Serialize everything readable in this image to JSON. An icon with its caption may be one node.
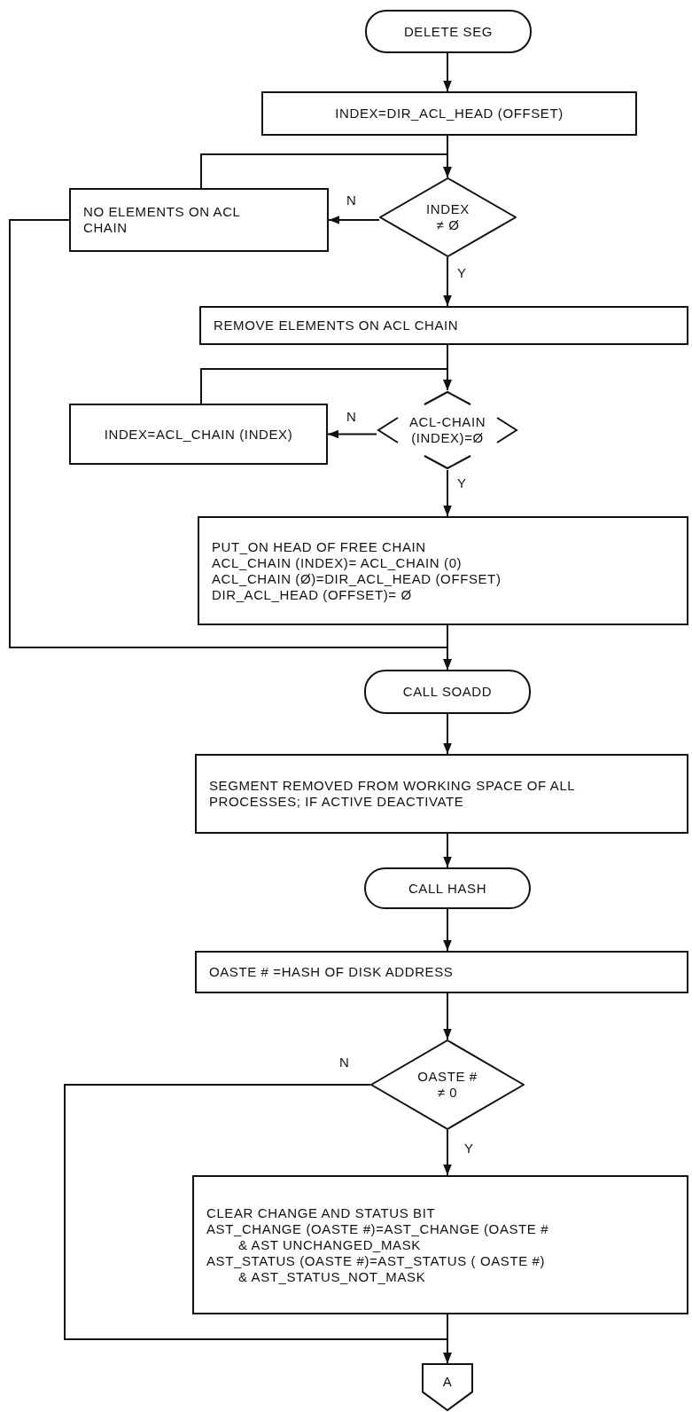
{
  "diagram": {
    "nodes": [
      {
        "text": [
          "DELETE SEG"
        ]
      },
      {
        "text": [
          "INDEX=DIR_ACL_HEAD (OFFSET)"
        ]
      },
      {
        "text": [
          "NO ELEMENTS ON ACL CHAIN"
        ]
      },
      {
        "text": [
          "INDEX ≠ Ø"
        ]
      },
      {
        "text": [
          "REMOVE ELEMENTS ON ACL CHAIN"
        ]
      },
      {
        "text": [
          "INDEX=ACL_CHAIN (INDEX)"
        ]
      },
      {
        "text": [
          "ACL-CHAIN (INDEX)=Ø"
        ]
      },
      {
        "text": [
          "PUT_ON HEAD OF FREE CHAIN",
          "ACL_CHAIN (INDEX)= ACL_CHAIN (0)",
          "ACL_CHAIN (Ø)=DIR_ACL_HEAD (OFFSET)",
          "DIR_ACL_HEAD (OFFSET)= Ø"
        ]
      },
      {
        "text": [
          "CALL SOADD"
        ]
      },
      {
        "text": [
          "SEGMENT REMOVED FROM WORKING SPACE OF ALL PROCESSES; IF ACTIVE DEACTIVATE"
        ]
      },
      {
        "text": [
          "CALL HASH"
        ]
      },
      {
        "text": [
          "OASTE # =HASH OF DISK ADDRESS"
        ]
      },
      {
        "text": [
          "OASTE # ≠ 0"
        ]
      },
      {
        "text": [
          "CLEAR CHANGE AND STATUS BIT",
          "AST_CHANGE (OASTE #)=AST_CHANGE (OASTE # & AST UNCHANGED_MASK",
          "AST_STATUS (OASTE #)=AST_STATUS ( OASTE #) & AST_STATUS_NOT_MASK"
        ]
      },
      {
        "text": [
          "A"
        ]
      }
    ],
    "edges": [
      {
        "from": 0,
        "to": 1,
        "arrow": "to"
      },
      {
        "from": 1,
        "to": 3,
        "arrow": "to"
      },
      {
        "from": 3,
        "to": 2,
        "arrow": "to",
        "label": "N"
      },
      {
        "from": 2,
        "to": 3,
        "arrow": "to"
      },
      {
        "from": 3,
        "to": 4,
        "arrow": "to",
        "label": "Y"
      },
      {
        "from": 4,
        "to": 6,
        "arrow": "to"
      },
      {
        "from": 6,
        "to": 5,
        "arrow": "to",
        "label": "N"
      },
      {
        "from": 5,
        "to": 6,
        "arrow": "to"
      },
      {
        "from": 6,
        "to": 7,
        "arrow": "to",
        "label": "Y"
      },
      {
        "from": 2,
        "to": 8,
        "arrow": "to"
      },
      {
        "from": 7,
        "to": 8,
        "arrow": "to"
      },
      {
        "from": 8,
        "to": 9,
        "arrow": "to"
      },
      {
        "from": 9,
        "to": 10,
        "arrow": "to"
      },
      {
        "from": 10,
        "to": 11,
        "arrow": "to"
      },
      {
        "from": 11,
        "to": 12,
        "arrow": "to"
      },
      {
        "from": 12,
        "to": 14,
        "arrow": "to",
        "label": "N"
      },
      {
        "from": 12,
        "to": 13,
        "arrow": "to",
        "label": "Y"
      },
      {
        "from": 13,
        "to": 14,
        "arrow": "to"
      }
    ]
  }
}
